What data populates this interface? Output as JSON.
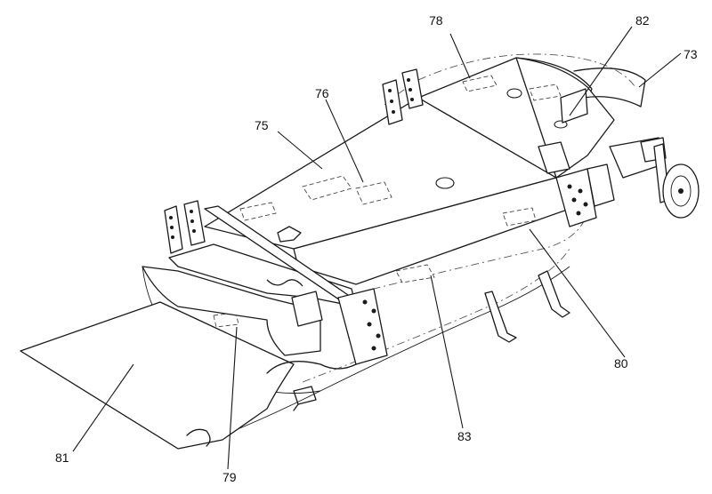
{
  "callouts": {
    "c73": "73",
    "c75": "75",
    "c76": "76",
    "c78": "78",
    "c79": "79",
    "c80": "80",
    "c81": "81",
    "c82": "82",
    "c83": "83"
  },
  "colors": {
    "line": "#1a1a1a",
    "background": "#ffffff"
  }
}
